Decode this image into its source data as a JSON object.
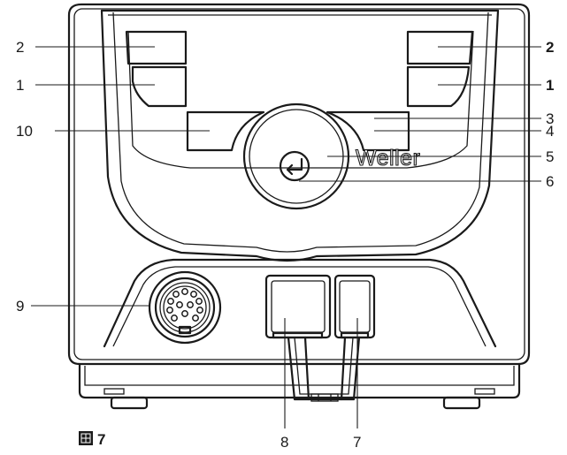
{
  "brand": "Weller",
  "figure_label": "7",
  "callouts": {
    "left_2": "2",
    "left_1": "1",
    "left_10": "10",
    "left_9": "9",
    "right_2": "2",
    "right_1": "1",
    "right_3": "3",
    "right_4": "4",
    "right_5": "5",
    "right_6": "6",
    "bottom_8": "8",
    "bottom_7": "7"
  }
}
